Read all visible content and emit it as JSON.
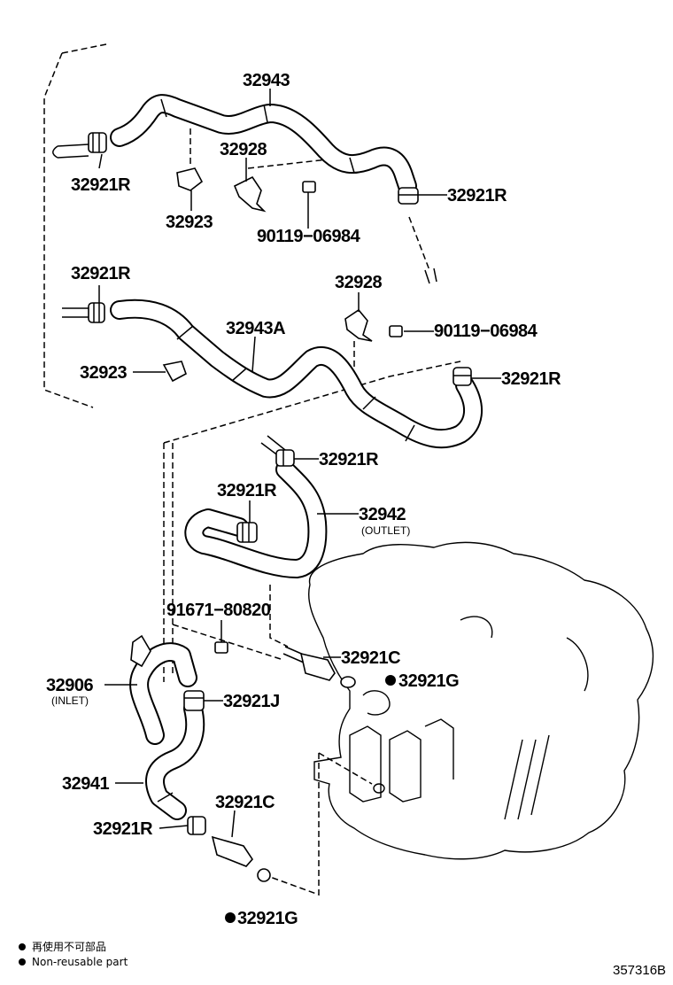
{
  "labels": {
    "p32943": "32943",
    "p32921R_a": "32921R",
    "p32928_a": "32928",
    "p32923_a": "32923",
    "p90119_a": "90119−06984",
    "p32921R_b": "32921R",
    "p32921R_c": "32921R",
    "p32928_b": "32928",
    "p90119_b": "90119−06984",
    "p32943A": "32943A",
    "p32923_b": "32923",
    "p32921R_d": "32921R",
    "p32921R_e": "32921R",
    "p32921R_f": "32921R",
    "p32942": "32942",
    "p32942_sub": "(OUTLET)",
    "p91671": "91671−80820",
    "p32921C_a": "32921C",
    "p32921G_a": "32921G",
    "p32906": "32906",
    "p32906_sub": "(INLET)",
    "p32921J": "32921J",
    "p32941": "32941",
    "p32921C_b": "32921C",
    "p32921R_g": "32921R",
    "p32921G_b": "32921G"
  },
  "legend": {
    "line1": "再使用不可部品",
    "line2": "Non-reusable part"
  },
  "figure_code": "357316B"
}
